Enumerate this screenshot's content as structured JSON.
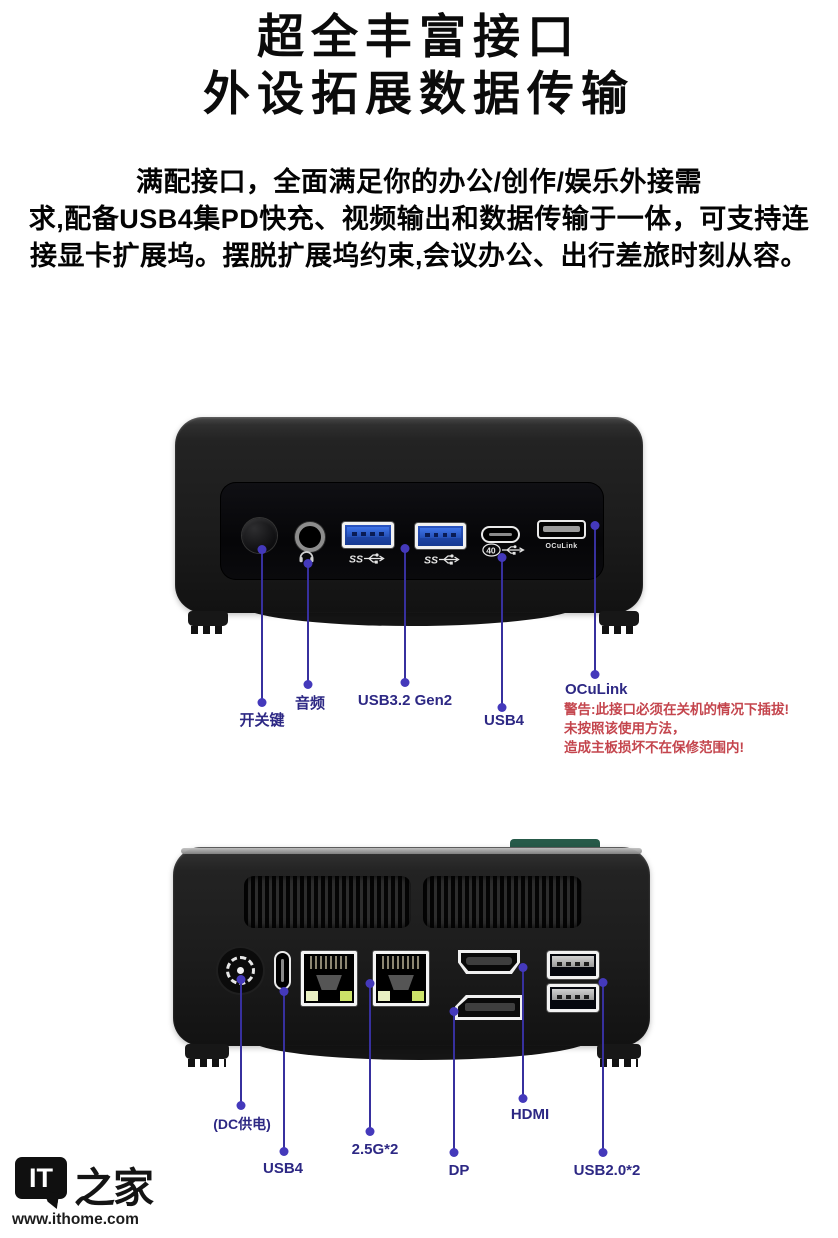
{
  "header": {
    "title_line1": "超全丰富接口",
    "title_line2": "外设拓展数据传输",
    "paragraph_line1": "满配接口，全面满足你的办公/创作/娱乐外接需",
    "paragraph_line2": "求,配备USB4集PD快充、视频输出和数据传输于一体，可支持连",
    "paragraph_line3": "接显卡扩展坞。摆脱扩展坞约束,会议办公、出行差旅时刻从容。"
  },
  "front_view": {
    "labels": {
      "power": "开关键",
      "audio": "音频",
      "usb32": "USB3.2 Gen2",
      "usb4": "USB4",
      "oculink": "OCuLink"
    },
    "warning": {
      "line1": "警告:此接口必须在关机的情况下插拔!",
      "line2": "未按照该使用方法，",
      "line3": "造成主板损坏不在保修范围内!"
    }
  },
  "back_view": {
    "labels": {
      "dc": "(DC供电)",
      "usb4": "USB4",
      "ethernet": "2.5G*2",
      "dp": "DP",
      "hdmi": "HDMI",
      "usb20": "USB2.0*2"
    }
  },
  "port_glyphs": {
    "ss": "SS",
    "speed40": "40",
    "oculink_port": "OCuLink"
  },
  "footer": {
    "logo_it": "IT",
    "logo_zhijia": "之家",
    "website": "www.ithome.com"
  },
  "colors": {
    "label_text": "#2d2884",
    "callout_line": "#37309e",
    "warning_red": "#c4454d",
    "usb3_blue": "#2a54c0",
    "lan_led_green": "#cbe268",
    "chassis_green_tab": "#265a49"
  }
}
